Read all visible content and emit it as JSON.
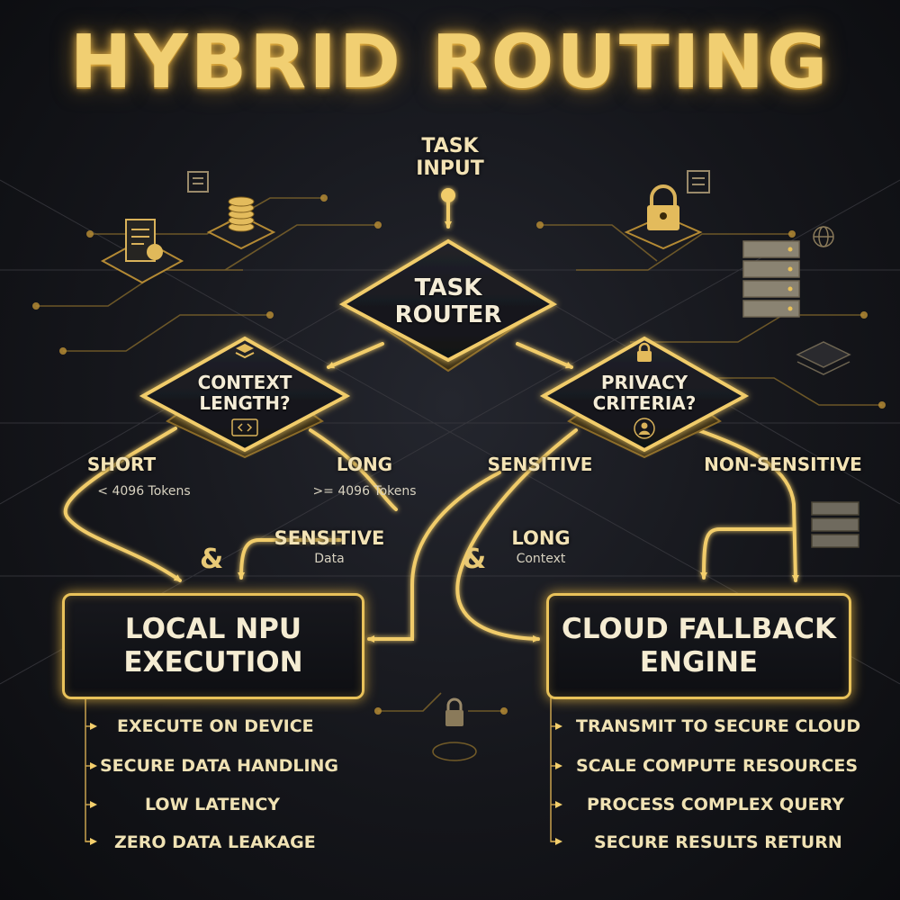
{
  "title": "HYBRID ROUTING",
  "input": {
    "line1": "TASK",
    "line2": "INPUT"
  },
  "router": {
    "line1": "TASK",
    "line2": "ROUTER"
  },
  "context_decision": {
    "line1": "CONTEXT",
    "line2": "LENGTH?"
  },
  "privacy_decision": {
    "line1": "PRIVACY",
    "line2": "CRITERIA?"
  },
  "branches": {
    "short": {
      "label": "SHORT",
      "sub": "< 4096 Tokens"
    },
    "long": {
      "label": "LONG",
      "sub": ">= 4096 Tokens"
    },
    "sensitive": {
      "label": "SENSITIVE"
    },
    "non_sensitive": {
      "label": "NON-SENSITIVE"
    }
  },
  "conditions": {
    "sensitive_data": {
      "label": "SENSITIVE",
      "sub": "Data"
    },
    "long_context": {
      "label": "LONG",
      "sub": "Context"
    },
    "amp": "&"
  },
  "local": {
    "line1": "LOCAL NPU",
    "line2": "EXECUTION",
    "items": [
      "EXECUTE ON DEVICE",
      "SECURE DATA HANDLING",
      "LOW LATENCY",
      "ZERO DATA LEAKAGE"
    ]
  },
  "cloud": {
    "line1": "CLOUD FALLBACK",
    "line2": "ENGINE",
    "items": [
      "TRANSMIT TO SECURE CLOUD",
      "SCALE COMPUTE RESOURCES",
      "PROCESS COMPLEX QUERY",
      "SECURE RESULTS RETURN"
    ]
  },
  "icons": [
    "document-icon",
    "coins-icon",
    "chat-icon",
    "padlock-icon",
    "server-icon",
    "globe-icon",
    "layers-icon",
    "code-icon",
    "user-icon"
  ],
  "colors": {
    "gold": "#e9c25a",
    "glow": "#ffd36a",
    "background": "#15161b"
  }
}
